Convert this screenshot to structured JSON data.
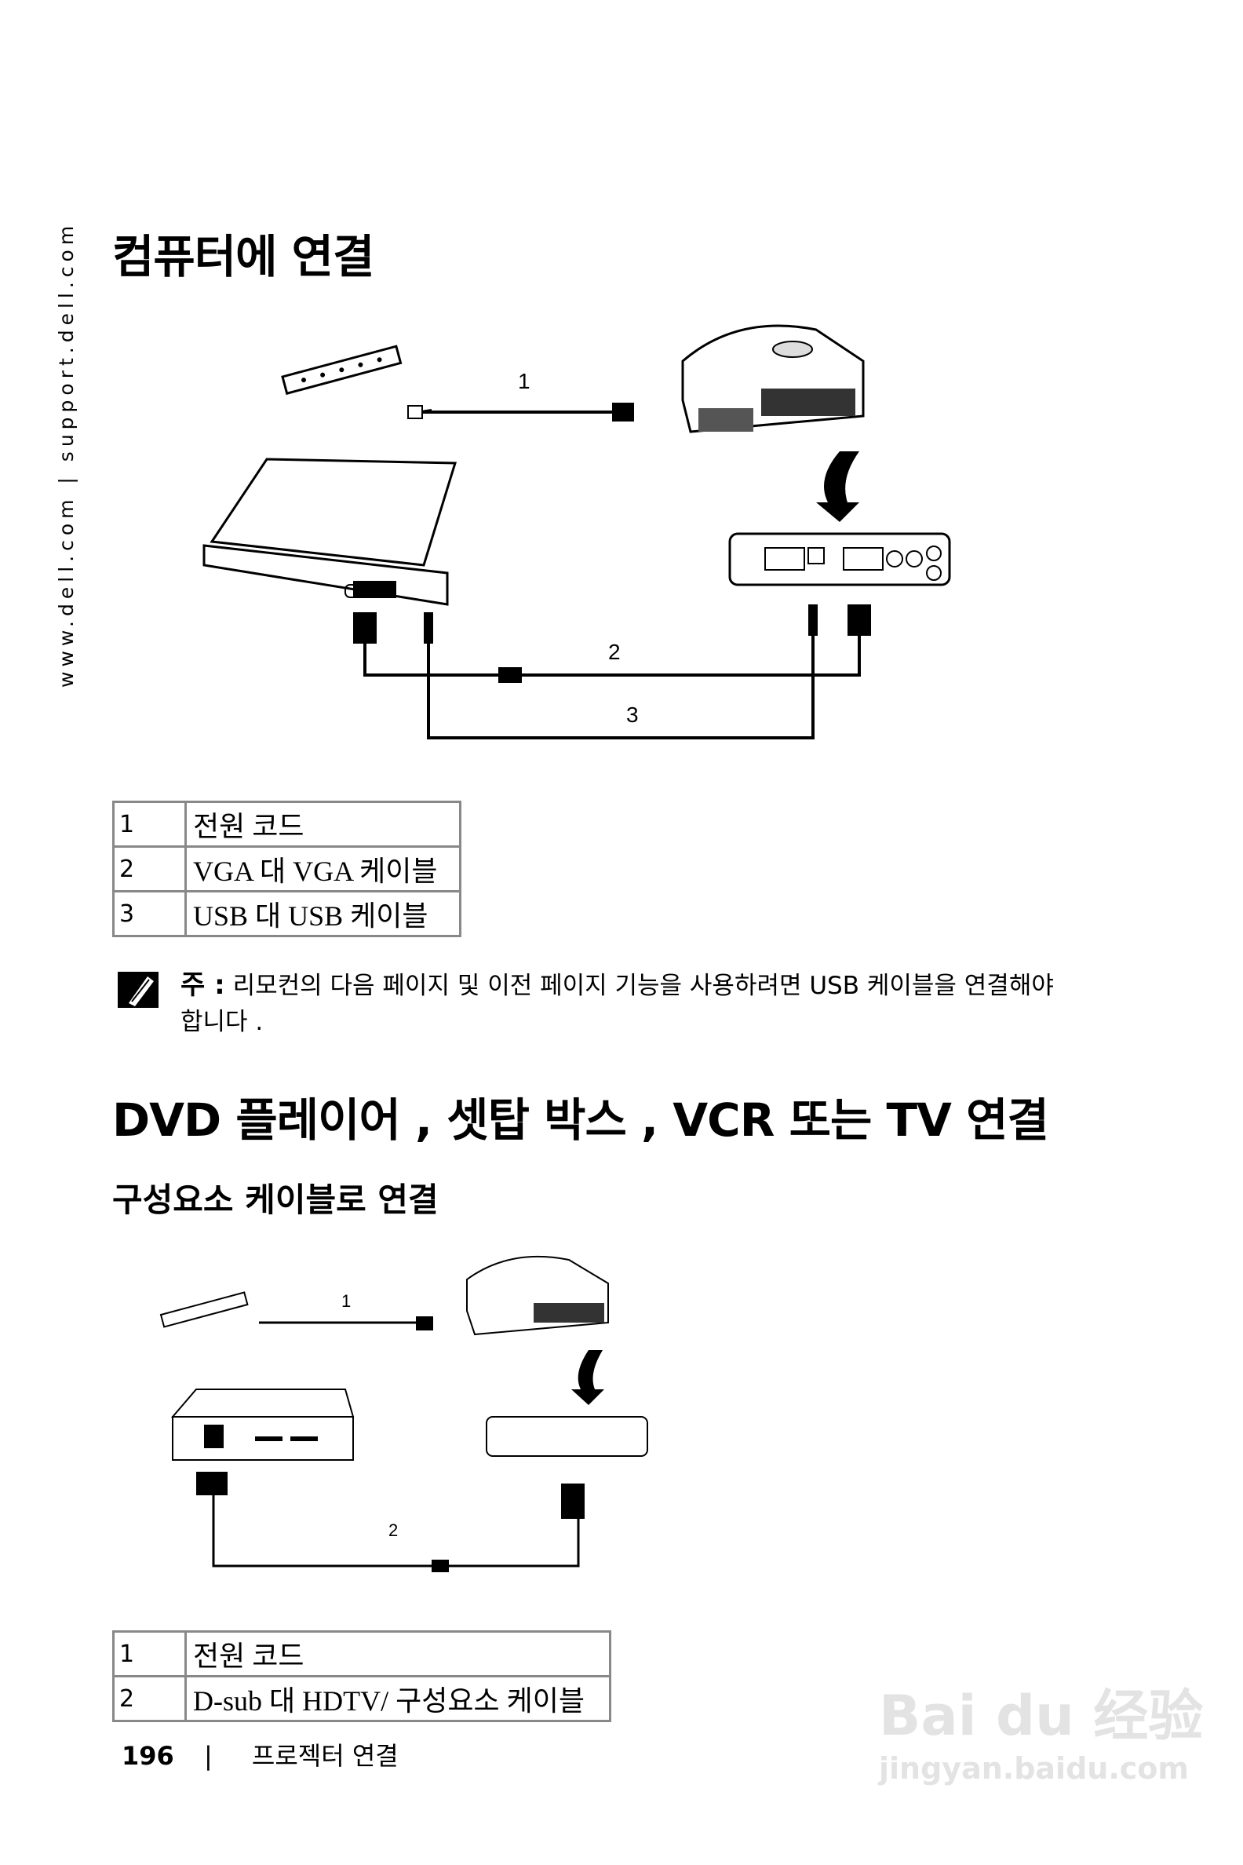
{
  "sidebar_url": "www.dell.com | support.dell.com",
  "section1": {
    "title": "컴퓨터에 연결",
    "diagram_labels": [
      "1",
      "2",
      "3"
    ],
    "legend": [
      {
        "num": "1",
        "label": "전원 코드"
      },
      {
        "num": "2",
        "label": "VGA 대 VGA 케이블"
      },
      {
        "num": "3",
        "label": "USB 대 USB 케이블"
      }
    ],
    "note": {
      "icon": "pencil-note-icon",
      "label": "주 :",
      "text": "리모컨의 다음 페이지 및 이전 페이지 기능을 사용하려면 USB 케이블을 연결해야 합니다 ."
    }
  },
  "section2": {
    "title": "DVD 플레이어 , 셋탑 박스 , VCR 또는 TV 연결",
    "subtitle": "구성요소 케이블로 연결",
    "diagram_labels": [
      "1",
      "2"
    ],
    "legend": [
      {
        "num": "1",
        "label": "전원 코드"
      },
      {
        "num": "2",
        "label": "D-sub 대 HDTV/ 구성요소 케이블"
      }
    ]
  },
  "footer": {
    "page": "196",
    "separator": "|",
    "chapter": "프로젝터 연결"
  },
  "watermark": {
    "brand": "Bai du 经验",
    "url": "jingyan.baidu.com"
  }
}
